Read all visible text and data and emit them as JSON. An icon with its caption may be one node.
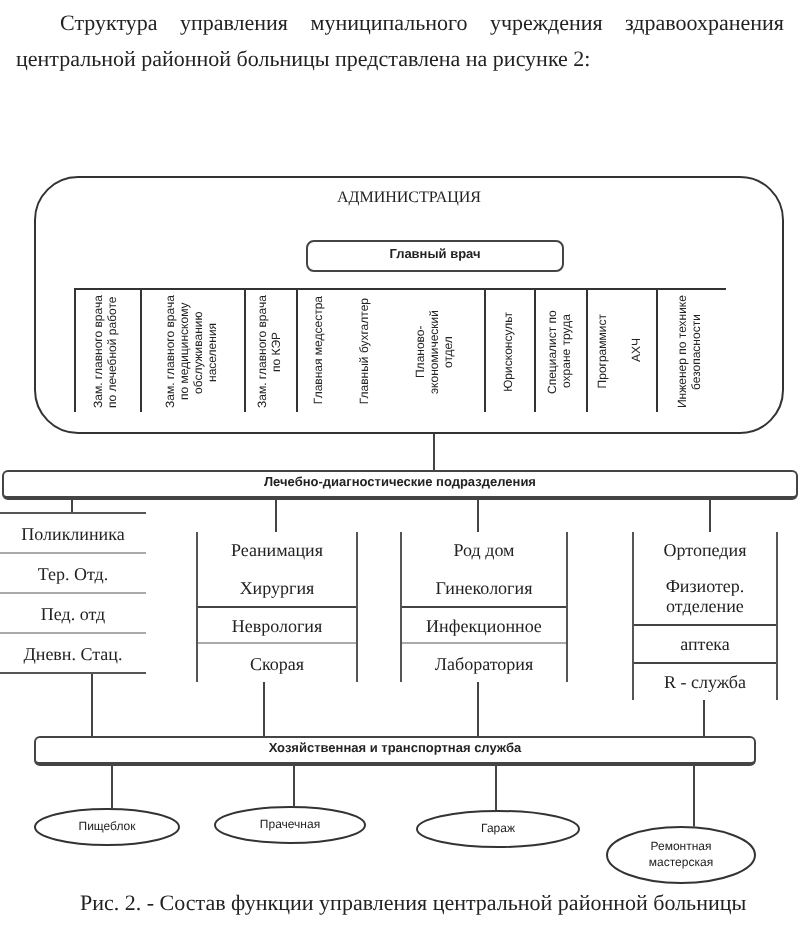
{
  "diagram": {
    "caption": "Рис. 2. - Состав функции управления центральной районной больницы",
    "nodes": [
      {
        "text": [
          "АДМИНИСТРАЦИЯ"
        ]
      },
      {
        "text": [
          "Главный врач"
        ],
        "in": 0
      },
      {
        "text": [
          "Зам. главного врача по лечебной работе"
        ],
        "in": 0
      },
      {
        "text": [
          "Зам. главного врача по медицинскому обслуживанию населения"
        ],
        "in": 0
      },
      {
        "text": [
          "Зам. главного врача по КЭР"
        ],
        "in": 0
      },
      {
        "text": [
          "Главная медсестра"
        ],
        "in": 0
      },
      {
        "text": [
          "Главный бухгалтер"
        ],
        "in": 0
      },
      {
        "text": [
          "Планово-экономический отдел"
        ],
        "in": 0
      },
      {
        "text": [
          "Юрисконсульт"
        ],
        "in": 0
      },
      {
        "text": [
          "Специалист по охране труда"
        ],
        "in": 0
      },
      {
        "text": [
          "Программист"
        ],
        "in": 0
      },
      {
        "text": [
          "АХЧ"
        ],
        "in": 0
      },
      {
        "text": [
          "Инженер по технике безопасности"
        ],
        "in": 0
      },
      {
        "text": [
          "Лечебно-диагностические подразделения"
        ]
      },
      {
        "text": [],
        "shape": "box"
      },
      {
        "text": [
          "Поликлиника"
        ],
        "in": 14
      },
      {
        "text": [
          "Тер. Отд."
        ],
        "in": 14
      },
      {
        "text": [
          "Пед. отд"
        ],
        "in": 14
      },
      {
        "text": [
          "Дневн. Стац."
        ],
        "in": 14
      },
      {
        "text": [],
        "shape": "box"
      },
      {
        "text": [
          "Реанимация",
          "Хирургия"
        ],
        "in": 19
      },
      {
        "text": [
          "Неврология"
        ],
        "in": 19
      },
      {
        "text": [
          "Скорая"
        ],
        "in": 19
      },
      {
        "text": [],
        "shape": "box"
      },
      {
        "text": [
          "Род дом",
          "Гинекология"
        ],
        "in": 23
      },
      {
        "text": [
          "Инфекционное"
        ],
        "in": 23
      },
      {
        "text": [
          "Лаборатория"
        ],
        "in": 23
      },
      {
        "text": [],
        "shape": "box"
      },
      {
        "text": [
          "Ортопедия",
          "Физиотер. отделение"
        ],
        "in": 27
      },
      {
        "text": [
          "аптека"
        ],
        "in": 27
      },
      {
        "text": [
          "R - служба"
        ],
        "in": 27
      },
      {
        "text": [
          "Хозяйственная и транспортная служба"
        ]
      },
      {
        "text": [
          "Пищеблок"
        ]
      },
      {
        "text": [
          "Прачечная"
        ]
      },
      {
        "text": [
          "Гараж"
        ]
      },
      {
        "text": [
          "Ремонтная мастерская"
        ]
      }
    ],
    "edges": [
      {
        "from": 0,
        "to": 13,
        "arrow": "none"
      },
      {
        "from": 13,
        "to": 14,
        "arrow": "none"
      },
      {
        "from": 13,
        "to": 19,
        "arrow": "none"
      },
      {
        "from": 13,
        "to": 23,
        "arrow": "none"
      },
      {
        "from": 13,
        "to": 27,
        "arrow": "none"
      },
      {
        "from": 14,
        "to": 31,
        "arrow": "none"
      },
      {
        "from": 19,
        "to": 31,
        "arrow": "none"
      },
      {
        "from": 23,
        "to": 31,
        "arrow": "none"
      },
      {
        "from": 27,
        "to": 31,
        "arrow": "none"
      },
      {
        "from": 31,
        "to": 32,
        "arrow": "none"
      },
      {
        "from": 31,
        "to": 33,
        "arrow": "none"
      },
      {
        "from": 31,
        "to": 34,
        "arrow": "none"
      },
      {
        "from": 31,
        "to": 35,
        "arrow": "none"
      }
    ],
    "labels": [
      "Структура управления муниципального учреждения здравоохранения центральной районной больницы представлена на рисунке 2:"
    ]
  }
}
